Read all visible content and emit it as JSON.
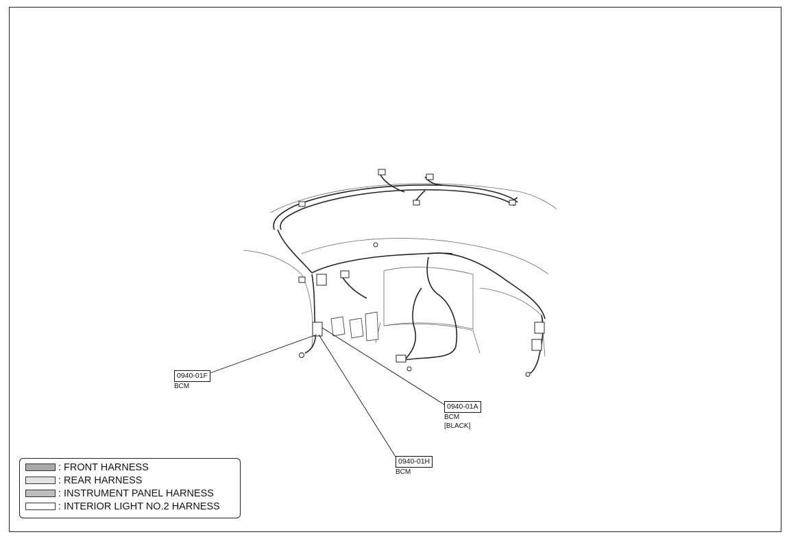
{
  "callouts": [
    {
      "code": "0940-01F",
      "desc": "BCM",
      "desc2": ""
    },
    {
      "code": "0940-01A",
      "desc": "BCM",
      "desc2": "[BLACK]"
    },
    {
      "code": "0940-01H",
      "desc": "BCM",
      "desc2": ""
    }
  ],
  "legend": {
    "items": [
      {
        "label": ": FRONT HARNESS",
        "fill": "#a9a9a9"
      },
      {
        "label": ": REAR HARNESS",
        "fill": "#e2e2e2"
      },
      {
        "label": ": INSTRUMENT PANEL HARNESS",
        "fill": "#bdbdbd"
      },
      {
        "label": ": INTERIOR LIGHT NO.2 HARNESS",
        "fill": "#ffffff"
      }
    ]
  }
}
